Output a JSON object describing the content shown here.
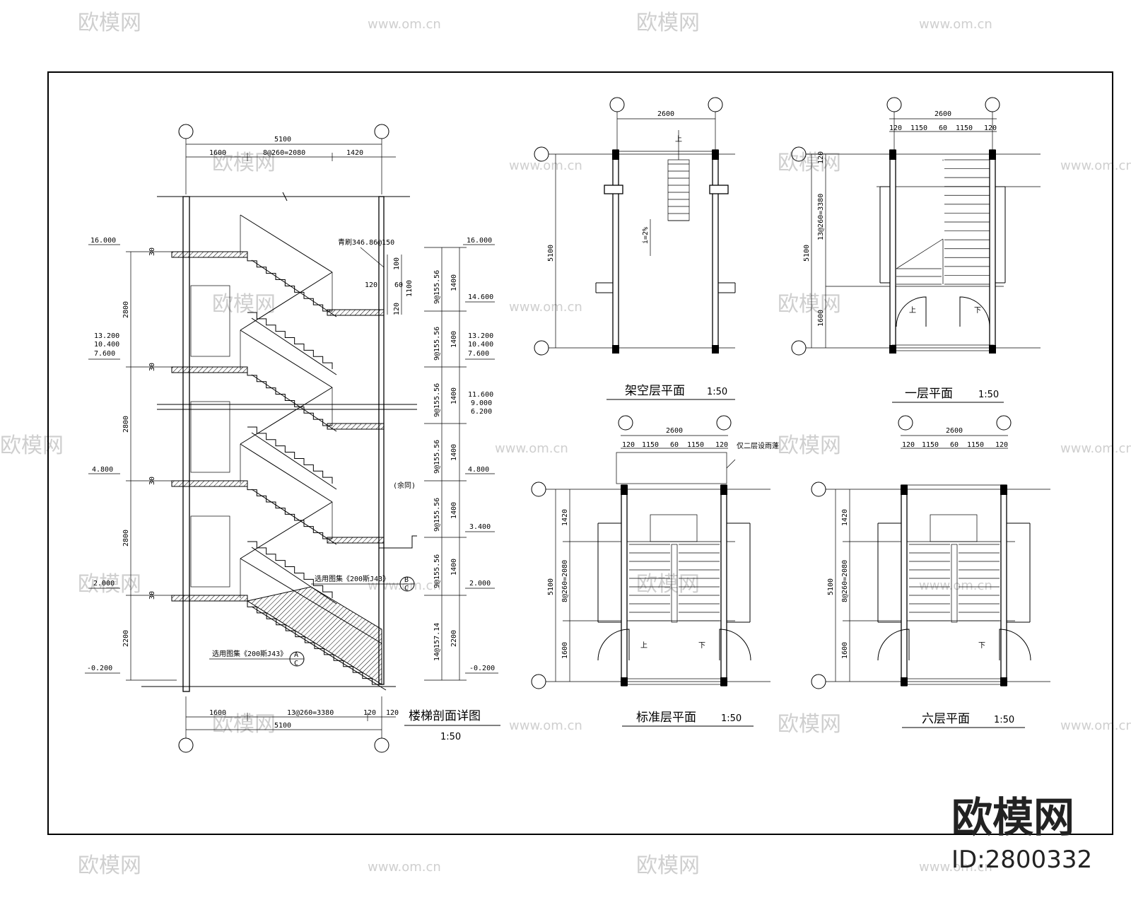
{
  "watermark": {
    "brand": "欧模网",
    "url": "www.om.cn"
  },
  "brand_logo": {
    "text": "欧模网",
    "id_text": "ID:2800332"
  },
  "section": {
    "title": "楼梯剖面详图",
    "scale": "1:50",
    "dim_top_total": "5100",
    "dim_top_parts": [
      "1600",
      "8@260=2080",
      "1420"
    ],
    "dim_bottom_parts": [
      "1600",
      "13@260=3380",
      "120",
      "120"
    ],
    "dim_bottom_total": "5100",
    "elev_left": [
      "16.000",
      "13.200",
      "10.400",
      "7.600",
      "4.800",
      "2.000",
      "-0.200"
    ],
    "elev_right": [
      "16.000",
      "14.600",
      "13.200",
      "10.400",
      "7.600",
      "11.600",
      "9.000",
      "6.200",
      "4.800",
      "3.400",
      "2.000",
      "-0.200"
    ],
    "story_heights": [
      "2800",
      "2800",
      "2800",
      "2200"
    ],
    "flight_heights": [
      "1400",
      "1400",
      "1400",
      "1400",
      "1400",
      "1400",
      "2200"
    ],
    "flight_steps": [
      "9@155.56",
      "9@155.56",
      "9@155.56",
      "9@155.56",
      "9@155.56",
      "9@155.56",
      "14@157.14"
    ],
    "rail_dims": [
      "120",
      "60",
      "1100",
      "100",
      "120"
    ],
    "note_rail": "青刷346.86@150",
    "note_detail_b": "选用图集《200斯J43》",
    "note_detail_a": "选用图集《200斯J43》",
    "note_same": "(余同)",
    "detail_b_top": "B",
    "detail_b_bottom": "C",
    "detail_a_top": "A",
    "detail_a_bottom": "C",
    "wall_marks": [
      "30",
      "30",
      "30",
      "30"
    ]
  },
  "plans": [
    {
      "title": "架空层平面",
      "scale": "1:50",
      "dim_top": "2600",
      "dim_side": "5100",
      "slope": "i=2%",
      "up": "上"
    },
    {
      "title": "一层平面",
      "scale": "1:50",
      "dim_top": "2600",
      "dim_parts": [
        "120",
        "1150",
        "60",
        "1150",
        "120"
      ],
      "dim_side": "5100",
      "dim_side_parts": [
        "120",
        "13@260=3380",
        "1600"
      ],
      "up": "上",
      "down": "下"
    },
    {
      "title": "标准层平面",
      "scale": "1:50",
      "dim_top": "2600",
      "dim_parts": [
        "120",
        "1150",
        "60",
        "1150",
        "120"
      ],
      "dim_side": "5100",
      "dim_side_parts": [
        "1420",
        "8@260=2080",
        "1600"
      ],
      "up": "上",
      "down": "下",
      "note": "仅二层设雨蓬"
    },
    {
      "title": "六层平面",
      "scale": "1:50",
      "dim_top": "2600",
      "dim_parts": [
        "120",
        "1150",
        "60",
        "1150",
        "120"
      ],
      "dim_side": "5100",
      "dim_side_parts": [
        "1420",
        "8@260=2080",
        "1600"
      ],
      "down": "下"
    }
  ]
}
